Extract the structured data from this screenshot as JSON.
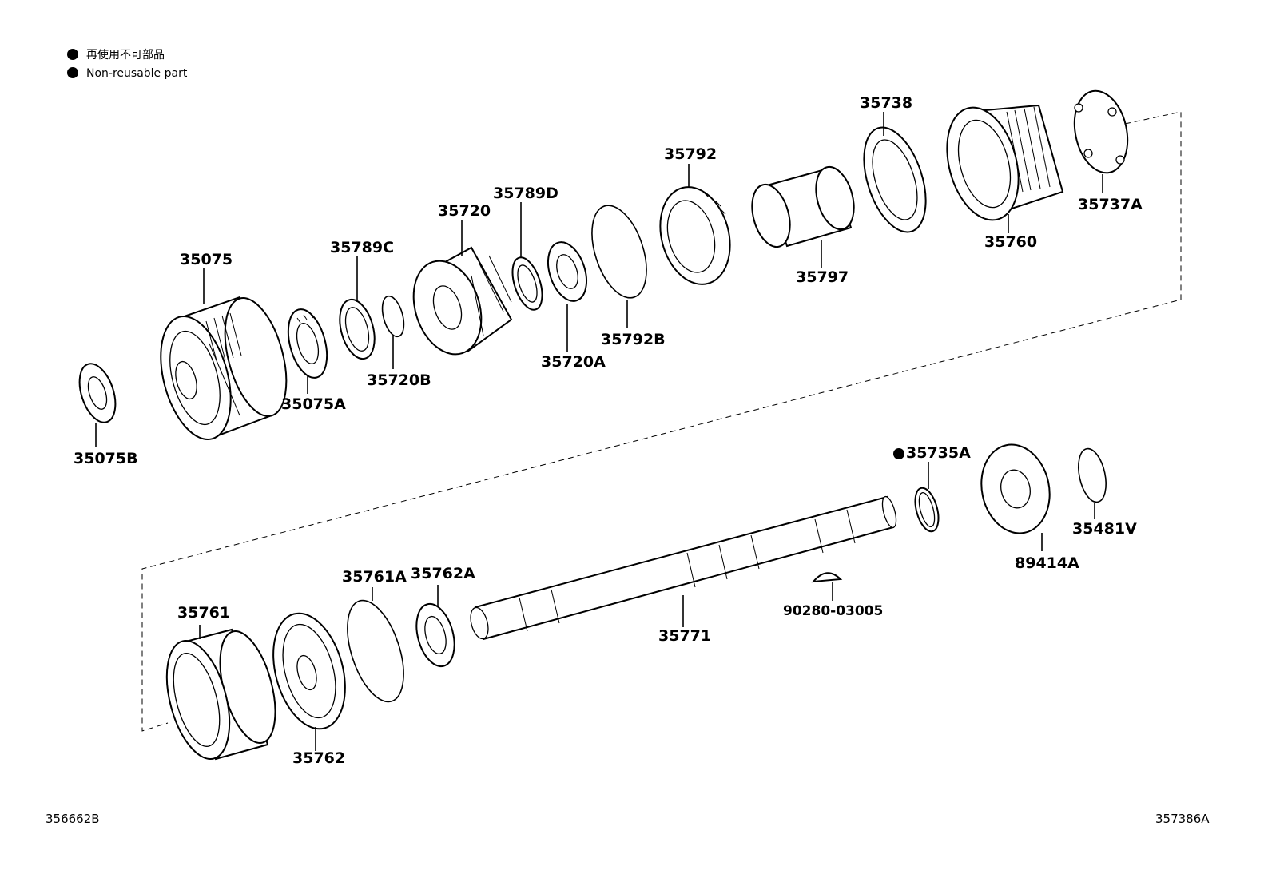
{
  "legend": [
    {
      "marker": "●",
      "text": "再使用不可部品"
    },
    {
      "marker": "●",
      "text": "Non-reusable part"
    }
  ],
  "parts": {
    "p35075B": "35075B",
    "p35075": "35075",
    "p35075A": "35075A",
    "p35789C": "35789C",
    "p35720B": "35720B",
    "p35720": "35720",
    "p35789D": "35789D",
    "p35720A": "35720A",
    "p35792B": "35792B",
    "p35792": "35792",
    "p35797": "35797",
    "p35738": "35738",
    "p35760": "35760",
    "p35737A": "35737A",
    "p35735A": "35735A",
    "p35481V": "35481V",
    "p89414A": "89414A",
    "p90280": "90280-03005",
    "p35771": "35771",
    "p35762A": "35762A",
    "p35761A": "35761A",
    "p35761": "35761",
    "p35762": "35762"
  },
  "non_reusable_marker": "●",
  "footer": {
    "left_code": "356662B",
    "right_code": "357386A"
  }
}
